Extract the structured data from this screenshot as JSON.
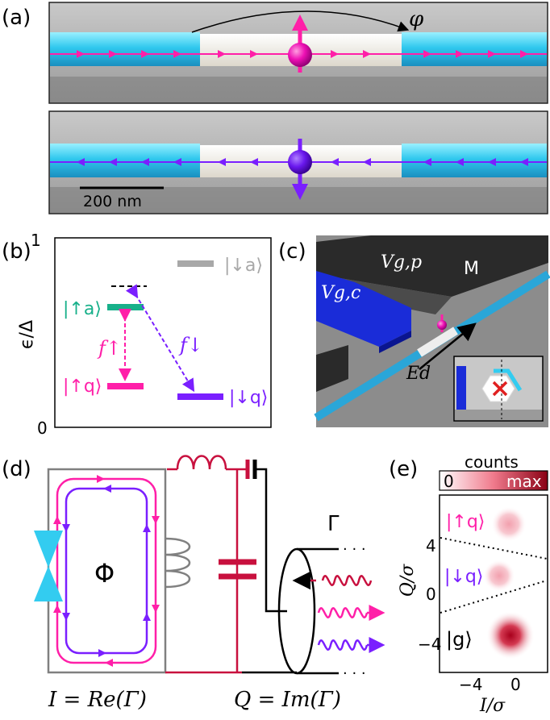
{
  "panels": {
    "a": {
      "label": "(a)",
      "phase_symbol": "φ",
      "scale_bar": "200 nm"
    },
    "b": {
      "label": "(b)",
      "y_top": "1",
      "y_bottom": "0",
      "y_axis": "ϵ/Δ",
      "level_down_a": "|↓a⟩",
      "level_up_a": "|↑a⟩",
      "level_up_q": "|↑q⟩",
      "level_down_q": "|↓q⟩",
      "f_up": "f↑",
      "f_down": "f↓",
      "colors": {
        "up": "#ff1fa8",
        "down": "#7a1fff",
        "andreev": "#18b08a",
        "gray": "#a8a8a8"
      }
    },
    "c": {
      "label": "(c)",
      "gate_p": "Vg,p",
      "gate_c": "Vg,c",
      "magnet": "M",
      "field": "Ed"
    },
    "d": {
      "label": "(d)",
      "flux": "Φ",
      "gamma": "Γ",
      "i_eq": "I = Re(Γ)",
      "q_eq": "Q = Im(Γ)",
      "colors": {
        "circuit": "#c8103e",
        "junction": "#33ccf0",
        "loop": "#808080"
      }
    },
    "e": {
      "label": "(e)",
      "cbar_title": "counts",
      "cbar_min": "0",
      "cbar_max": "max",
      "state_up": "|↑q⟩",
      "state_down": "|↓q⟩",
      "state_g": "|g⟩",
      "y_axis": "Q/σ",
      "x_axis": "I/σ",
      "y_ticks": [
        "4",
        "0",
        "−4"
      ],
      "x_ticks": [
        "−4",
        "0"
      ]
    }
  }
}
